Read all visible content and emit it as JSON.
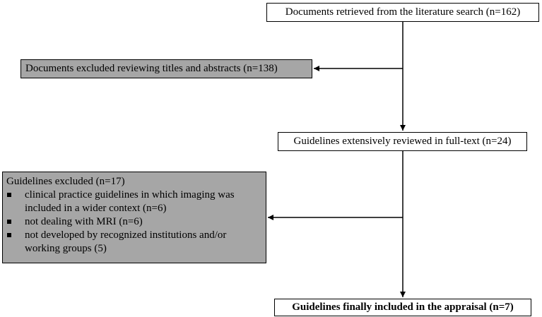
{
  "flowchart": {
    "retrieved": "Documents retrieved from the literature search (n=162)",
    "excluded_titles": "Documents excluded reviewing titles and abstracts (n=138)",
    "full_text": "Guidelines extensively reviewed in full-text (n=24)",
    "excluded_guidelines": {
      "title": "Guidelines excluded (n=17)",
      "items": [
        {
          "line1": "clinical practice guidelines in which imaging was",
          "line2": "included in a wider context (n=6)"
        },
        {
          "line1": "not dealing with MRI (n=6)",
          "line2": ""
        },
        {
          "line1": "not developed by recognized institutions and/or",
          "line2": "working groups (5)"
        }
      ]
    },
    "final": "Guidelines finally included in the appraisal (n=7)"
  },
  "colors": {
    "excluded_fill": "#a6a6a6",
    "line": "#000000"
  }
}
